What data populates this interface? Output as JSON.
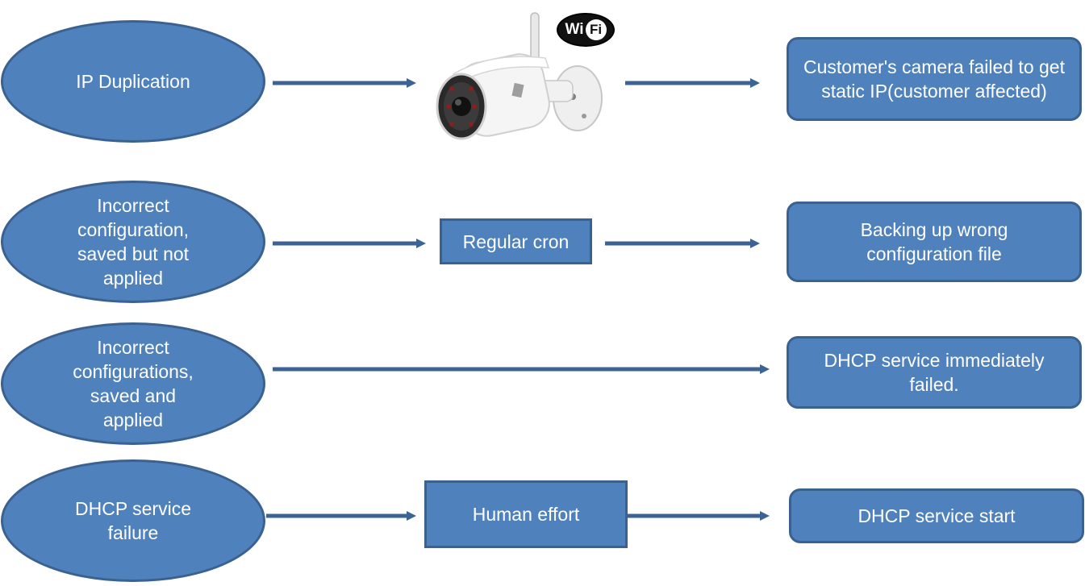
{
  "causes": [
    {
      "id": "ip-duplication",
      "label": "IP Duplication"
    },
    {
      "id": "incorrect-config-not-applied",
      "label": "Incorrect configuration, saved but not applied"
    },
    {
      "id": "incorrect-config-applied",
      "label": "Incorrect configurations, saved and applied"
    },
    {
      "id": "dhcp-service-failure",
      "label": "DHCP service failure"
    }
  ],
  "intermediates": {
    "regular_cron": "Regular cron",
    "human_effort": "Human effort",
    "camera_icon": "wifi-camera-icon"
  },
  "wifi_badge": {
    "wi": "Wi",
    "fi": "Fi"
  },
  "outcomes": [
    {
      "id": "camera-failed",
      "label": "Customer's camera failed to get static IP(customer affected)"
    },
    {
      "id": "backing-up-wrong",
      "label": "Backing up wrong configuration file"
    },
    {
      "id": "dhcp-failed",
      "label": "DHCP service immediately failed."
    },
    {
      "id": "dhcp-start",
      "label": "DHCP service start"
    }
  ],
  "colors": {
    "fill": "#4f81bd",
    "border": "#3a6190",
    "arrow": "#3c6394",
    "text": "#ffffff"
  }
}
